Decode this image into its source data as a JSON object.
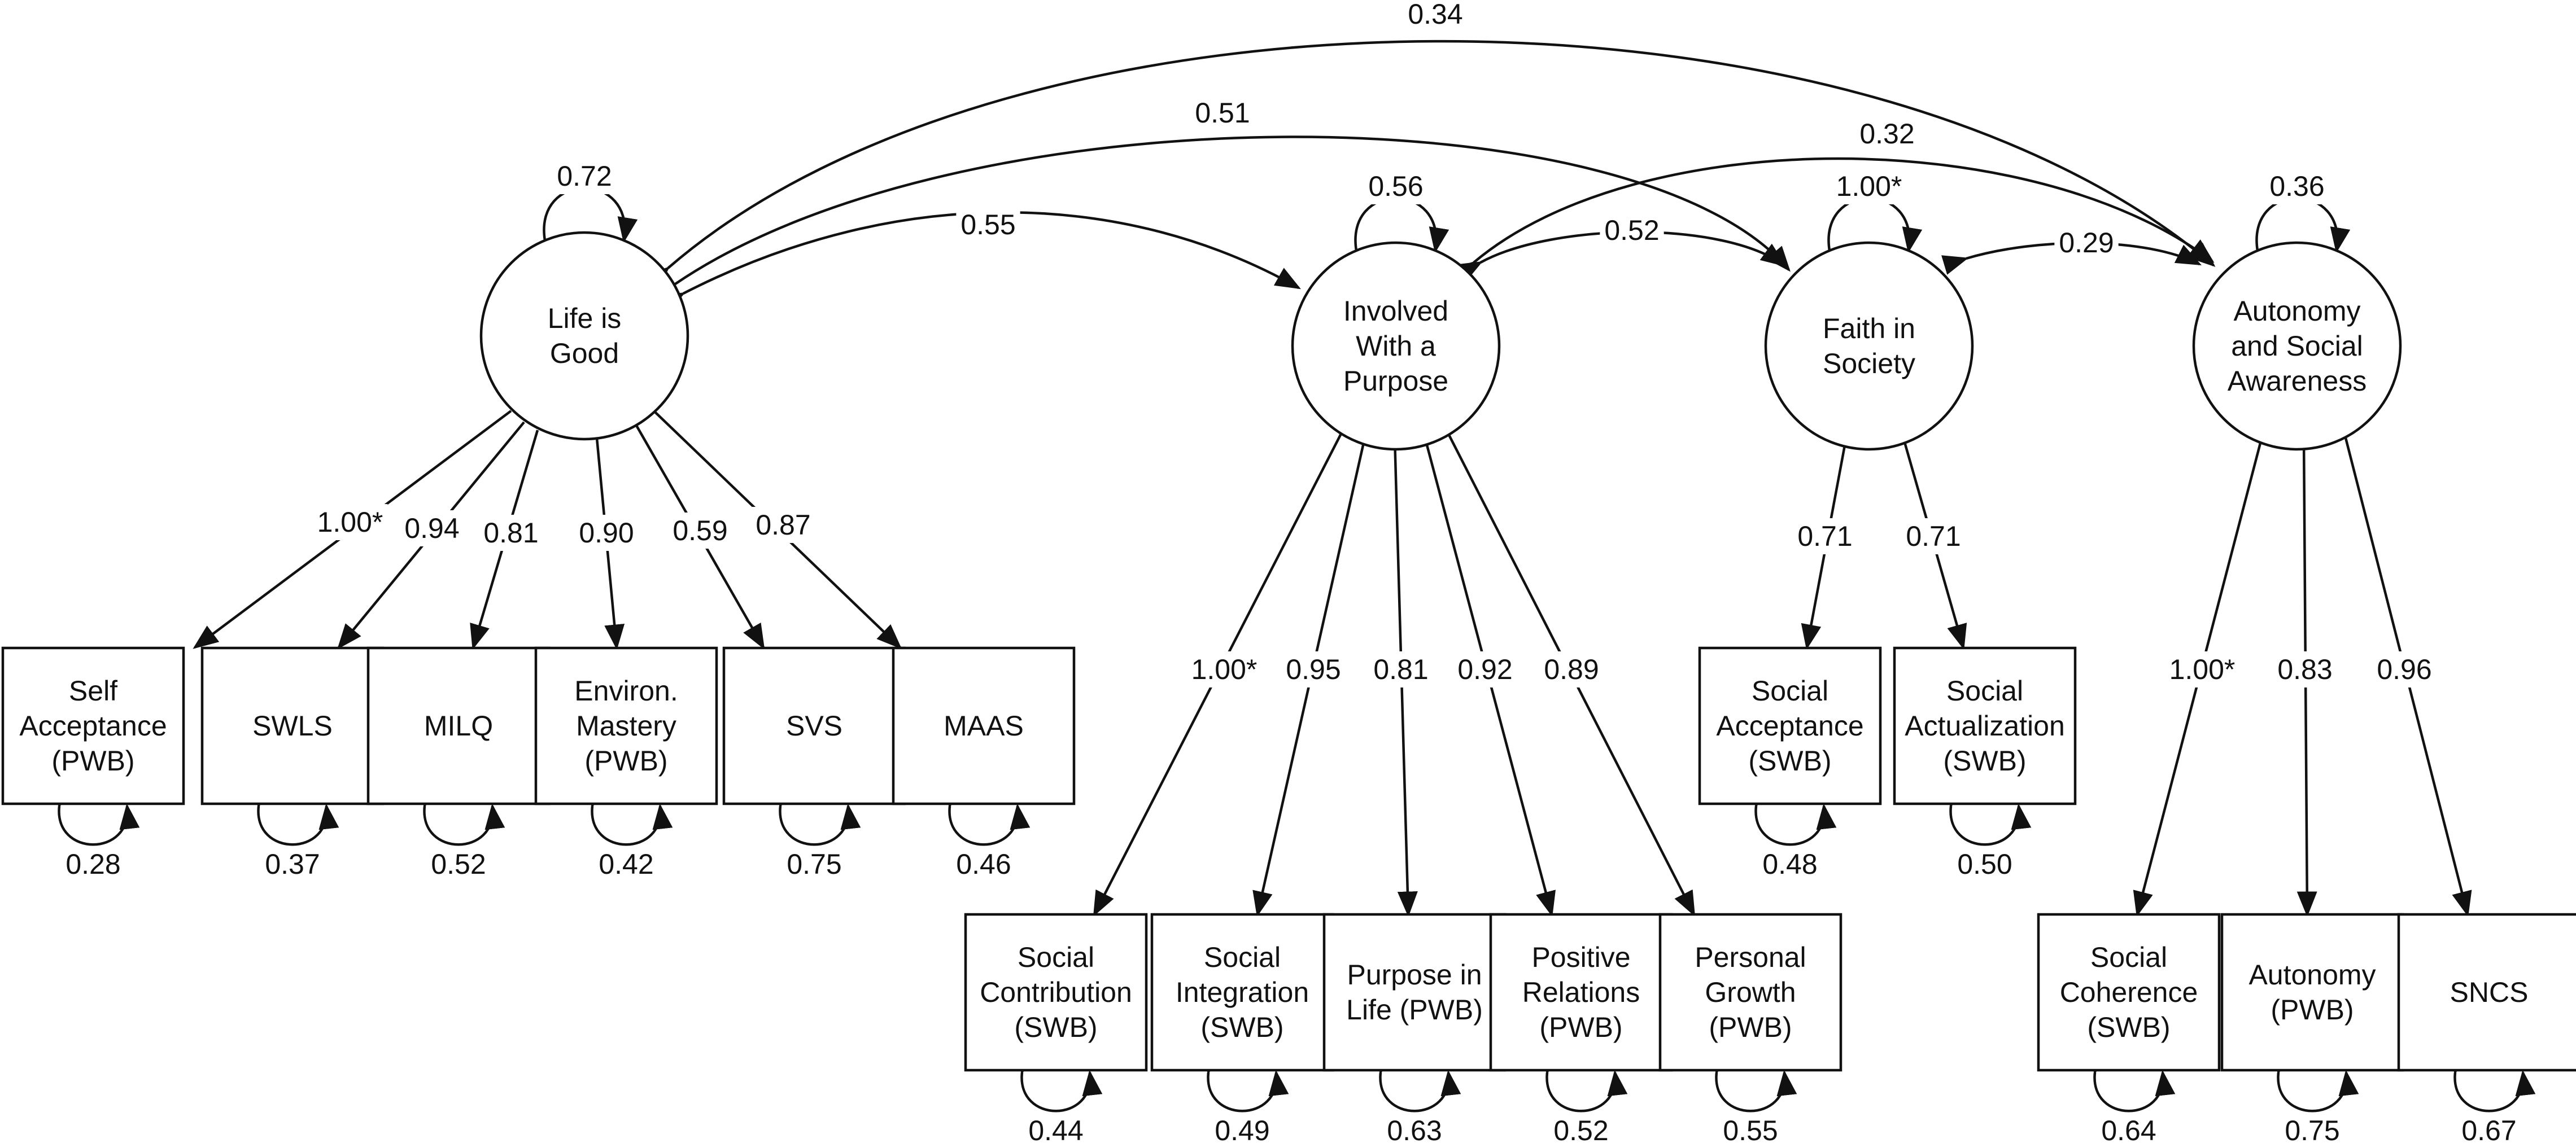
{
  "latent_factors": [
    {
      "id": "life",
      "lines": [
        "Life is",
        "Good"
      ],
      "variance": "0.72"
    },
    {
      "id": "inv",
      "lines": [
        "Involved",
        "With a",
        "Purpose"
      ],
      "variance": "0.56"
    },
    {
      "id": "faith",
      "lines": [
        "Faith in",
        "Society"
      ],
      "variance": "1.00*"
    },
    {
      "id": "auto",
      "lines": [
        "Autonomy",
        "and Social",
        "Awareness"
      ],
      "variance": "0.36"
    }
  ],
  "indicators": [
    {
      "id": "selfacc",
      "factor": "life",
      "lines": [
        "Self",
        "Acceptance",
        "(PWB)"
      ],
      "loading": "1.00*",
      "error": "0.28"
    },
    {
      "id": "swls",
      "factor": "life",
      "lines": [
        "SWLS"
      ],
      "loading": "0.94",
      "error": "0.37"
    },
    {
      "id": "milq",
      "factor": "life",
      "lines": [
        "MILQ"
      ],
      "loading": "0.81",
      "error": "0.52"
    },
    {
      "id": "envmast",
      "factor": "life",
      "lines": [
        "Environ.",
        "Mastery",
        "(PWB)"
      ],
      "loading": "0.90",
      "error": "0.42"
    },
    {
      "id": "svs",
      "factor": "life",
      "lines": [
        "SVS"
      ],
      "loading": "0.59",
      "error": "0.75"
    },
    {
      "id": "maas",
      "factor": "life",
      "lines": [
        "MAAS"
      ],
      "loading": "0.87",
      "error": "0.46"
    },
    {
      "id": "soccont",
      "factor": "inv",
      "lines": [
        "Social",
        "Contribution",
        "(SWB)"
      ],
      "loading": "1.00*",
      "error": "0.44"
    },
    {
      "id": "socint",
      "factor": "inv",
      "lines": [
        "Social",
        "Integration",
        "(SWB)"
      ],
      "loading": "0.95",
      "error": "0.49"
    },
    {
      "id": "purpose",
      "factor": "inv",
      "lines": [
        "Purpose in",
        "Life (PWB)"
      ],
      "loading": "0.81",
      "error": "0.63"
    },
    {
      "id": "posrel",
      "factor": "inv",
      "lines": [
        "Positive",
        "Relations",
        "(PWB)"
      ],
      "loading": "0.92",
      "error": "0.52"
    },
    {
      "id": "persgrowth",
      "factor": "inv",
      "lines": [
        "Personal",
        "Growth",
        "(PWB)"
      ],
      "loading": "0.89",
      "error": "0.55"
    },
    {
      "id": "socacc",
      "factor": "faith",
      "lines": [
        "Social",
        "Acceptance",
        "(SWB)"
      ],
      "loading": "0.71",
      "error": "0.48"
    },
    {
      "id": "socact",
      "factor": "faith",
      "lines": [
        "Social",
        "Actualization",
        "(SWB)"
      ],
      "loading": "0.71",
      "error": "0.50"
    },
    {
      "id": "soccoh",
      "factor": "auto",
      "lines": [
        "Social",
        "Coherence",
        "(SWB)"
      ],
      "loading": "1.00*",
      "error": "0.64"
    },
    {
      "id": "autonomy",
      "factor": "auto",
      "lines": [
        "Autonomy",
        "(PWB)"
      ],
      "loading": "0.83",
      "error": "0.75"
    },
    {
      "id": "sncs",
      "factor": "auto",
      "lines": [
        "SNCS"
      ],
      "loading": "0.96",
      "error": "0.67"
    }
  ],
  "covariances": [
    {
      "from": "life",
      "to": "auto",
      "value": "0.34"
    },
    {
      "from": "life",
      "to": "faith",
      "value": "0.51"
    },
    {
      "from": "inv",
      "to": "auto",
      "value": "0.32"
    },
    {
      "from": "life",
      "to": "inv",
      "value": "0.55"
    },
    {
      "from": "inv",
      "to": "faith",
      "value": "0.52"
    },
    {
      "from": "faith",
      "to": "auto",
      "value": "0.29"
    }
  ]
}
